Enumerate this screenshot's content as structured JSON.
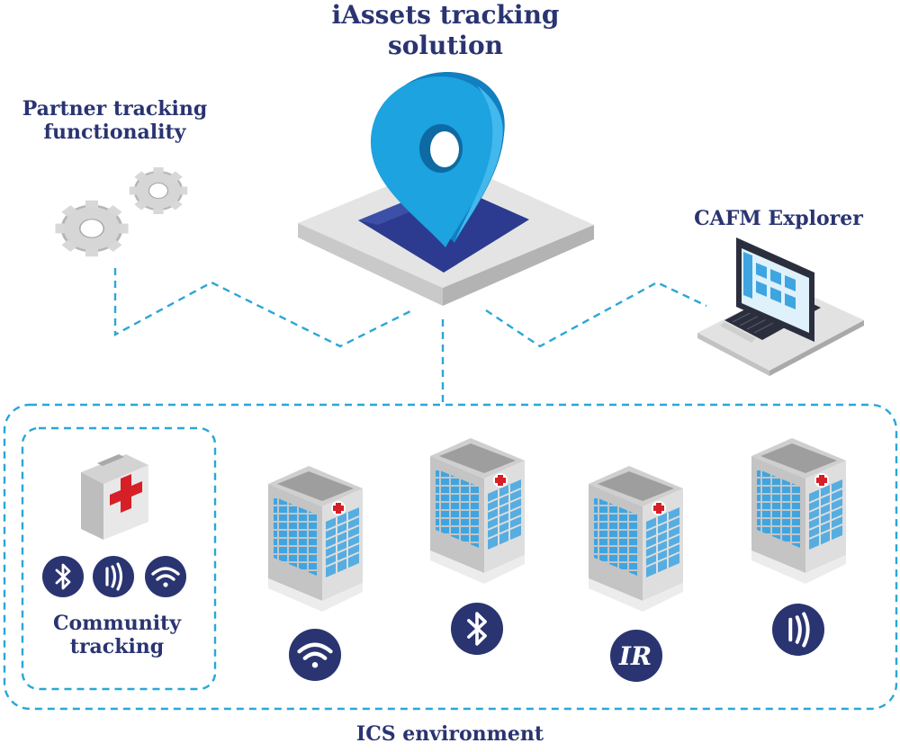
{
  "title": {
    "line1": "iAssets tracking",
    "line2": "solution"
  },
  "partner": {
    "line1": "Partner tracking",
    "line2": "functionality"
  },
  "cafm": {
    "label": "CAFM Explorer"
  },
  "community": {
    "line1": "Community",
    "line2": "tracking"
  },
  "ics": {
    "label": "ICS environment"
  },
  "icons": {
    "community": [
      "bluetooth-icon",
      "nfc-icon",
      "wifi-icon"
    ],
    "buildings": [
      "wifi-icon",
      "bluetooth-icon",
      "ir-icon",
      "nfc-icon"
    ]
  },
  "ir_text": "IR",
  "colors": {
    "navy": "#2a3471",
    "dash": "#2aa7d6",
    "pin": "#1ca3e0",
    "pin_dark": "#127fc0",
    "platform": "#e2e2e2",
    "slot": "#2c3b8f",
    "cross": "#d61f26",
    "window": "#3fa5e1"
  }
}
